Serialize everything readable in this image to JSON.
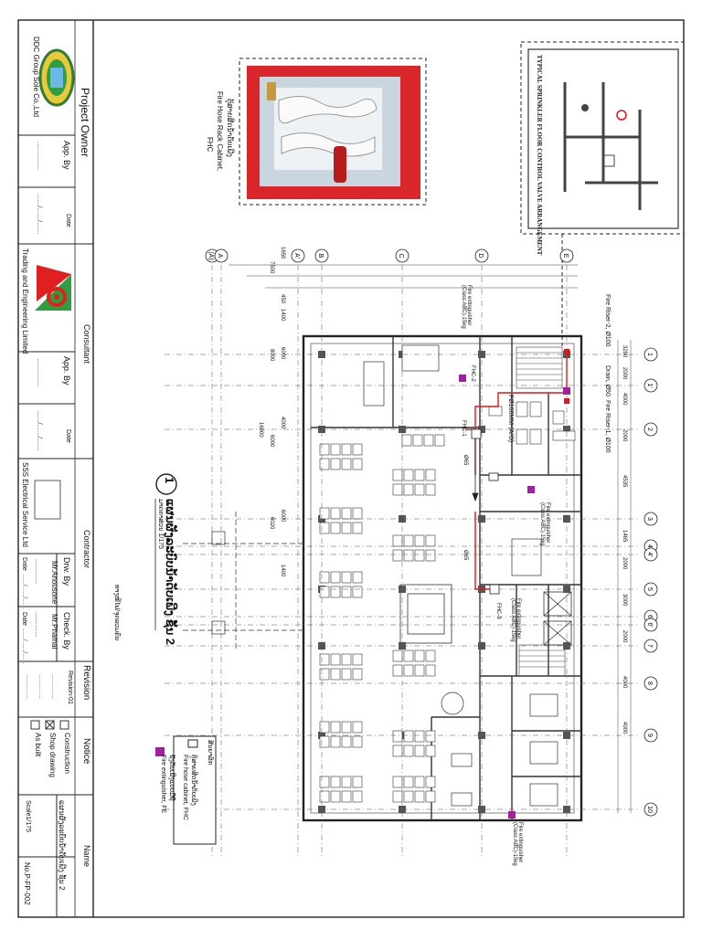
{
  "title_block": {
    "project_owner_heading": "Project Owner",
    "owner_name": "DDC Group Sole Co.,Ltd",
    "app_by_label": "App. By",
    "date_label": "Date",
    "consultant_heading": "Consultant",
    "consultant_name": "Trading and Engineering Limited",
    "contractor_heading": "Contractor",
    "contractor_name": "SSS Electrical Service Ltd",
    "drw_by_label": "Drw. By",
    "check_by_label": "Check. By",
    "drw_by_name": "Mr.Anousone",
    "check_by_name": "Mr.Phamai",
    "revision_heading": "Revision",
    "revision_value": "Revision-01",
    "notice_heading": "Notice",
    "notice_options": [
      "Construction",
      "Shop drawing",
      "As built"
    ],
    "notice_checked": "Shop drawing",
    "name_heading": "Name",
    "sheet_name": "ແຜນຜັງລະບົບນ້ຳດັບເພີງ ຊັ້ນ 2",
    "scale": "Scale1/175",
    "drawing_no": "No.P-FP-002",
    "blank_line": "..............",
    "blank_date": "....../....../......"
  },
  "cabinet_photo": {
    "caption_line1": "ຕູ້ສາຍສີດນ້ຳດັບເພີງ",
    "caption_line2": "Fire Hose Rack Cabinet,",
    "caption_line3": "FHC"
  },
  "sprinkler_detail": {
    "title": "TYPICAL SPRINKLER FLOOR CONTROL VALVE ARRANGEMENT"
  },
  "plan": {
    "title_number": "1",
    "title": "ແຜນຜັງລະບົບນ້ຳດັບເພີງ ຊັ້ນ 2",
    "scale_label": "ມາດຕາສ່ວນ 1/175",
    "grid_cols": [
      "(A)",
      "A",
      "A'",
      "B",
      "C",
      "D",
      "E"
    ],
    "grid_rows": [
      "1",
      "1'",
      "2",
      "3",
      "4",
      "4'",
      "5",
      "6",
      "6'",
      "7",
      "8",
      "9",
      "10"
    ],
    "dims_total": "16000",
    "dims_a": [
      "7500",
      "8000",
      "6000",
      "6020"
    ],
    "dims_b": [
      "1650",
      "450",
      "1400",
      "6000",
      "4000",
      "6000",
      "1400"
    ],
    "dims_right": [
      "3280",
      "2000",
      "4000",
      "2000",
      "4535",
      "1465",
      "2000",
      "3000",
      "2000",
      "4000",
      "4000"
    ],
    "pipe_labels": {
      "fire_riser_2": "Fire Riser-2, Ø100",
      "drain": "Drain, Ø50",
      "fire_riser_1": "Fire Riser-1, Ø100",
      "main": "FØ100MM-(A/O)",
      "fhc1": "FHC-1",
      "fhc2": "FHC-2",
      "fhc3": "FHC-3",
      "size_65": "Ø65",
      "size_65b": "Ø65"
    },
    "extinguisher_labels": {
      "ext_top": "Fire extinguisher (Class ABC)-15kg",
      "ext_mid": "Fire extinguisher (Class ABC)-15kg",
      "ext_right": "Fire extinguisher (Class ABC)-15kg",
      "ext_bottom": "Fire extinguisher (Class ABC)-15kg"
    },
    "note_left": "ທາງໜີໄຟ/ຈຸດລວມຄົນ"
  },
  "legend": {
    "heading": "ສັນຍາລັກ",
    "item1_lao": "ຕູ້ສາຍສີດນ້ຳດັບເພີງ",
    "item1_en": "Fire hose cabinet, FHC",
    "item2_lao": "ຖັງດັບເພີງແບບມືຖື",
    "item2_en": "Fire extinguisher, FE"
  },
  "colors": {
    "line": "#222222",
    "pipe": "#e0151a",
    "extinguisher": "#a020a0",
    "cabinet_red": "#d9262b",
    "logo_green": "#2e9e3e",
    "logo_red": "#e02020"
  }
}
